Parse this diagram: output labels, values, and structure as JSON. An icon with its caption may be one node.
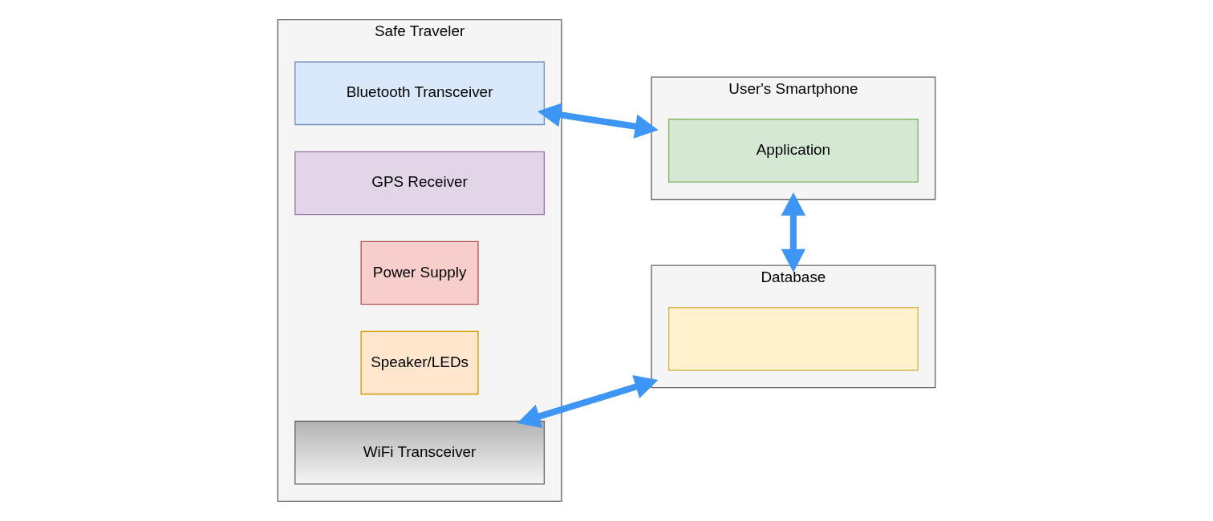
{
  "diagram": {
    "nodes": [
      {
        "text": [
          "Safe Traveler"
        ]
      },
      {
        "text": [
          "Bluetooth Transceiver"
        ],
        "in": 0
      },
      {
        "text": [
          "GPS Receiver"
        ],
        "in": 0
      },
      {
        "text": [
          "Power Supply"
        ],
        "in": 0
      },
      {
        "text": [
          "Speaker/LEDs"
        ],
        "in": 0
      },
      {
        "text": [
          "WiFi Transceiver"
        ],
        "in": 0
      },
      {
        "text": [
          "User's Smartphone"
        ]
      },
      {
        "text": [
          "Application"
        ],
        "in": 6
      },
      {
        "text": [
          "Database"
        ]
      },
      {
        "text": [],
        "shape": "box",
        "in": 8
      }
    ],
    "edges": [
      {
        "from": 1,
        "to": 6,
        "arrow": "both"
      },
      {
        "from": 5,
        "to": 8,
        "arrow": "both"
      },
      {
        "from": 6,
        "to": 8,
        "arrow": "both"
      }
    ]
  }
}
